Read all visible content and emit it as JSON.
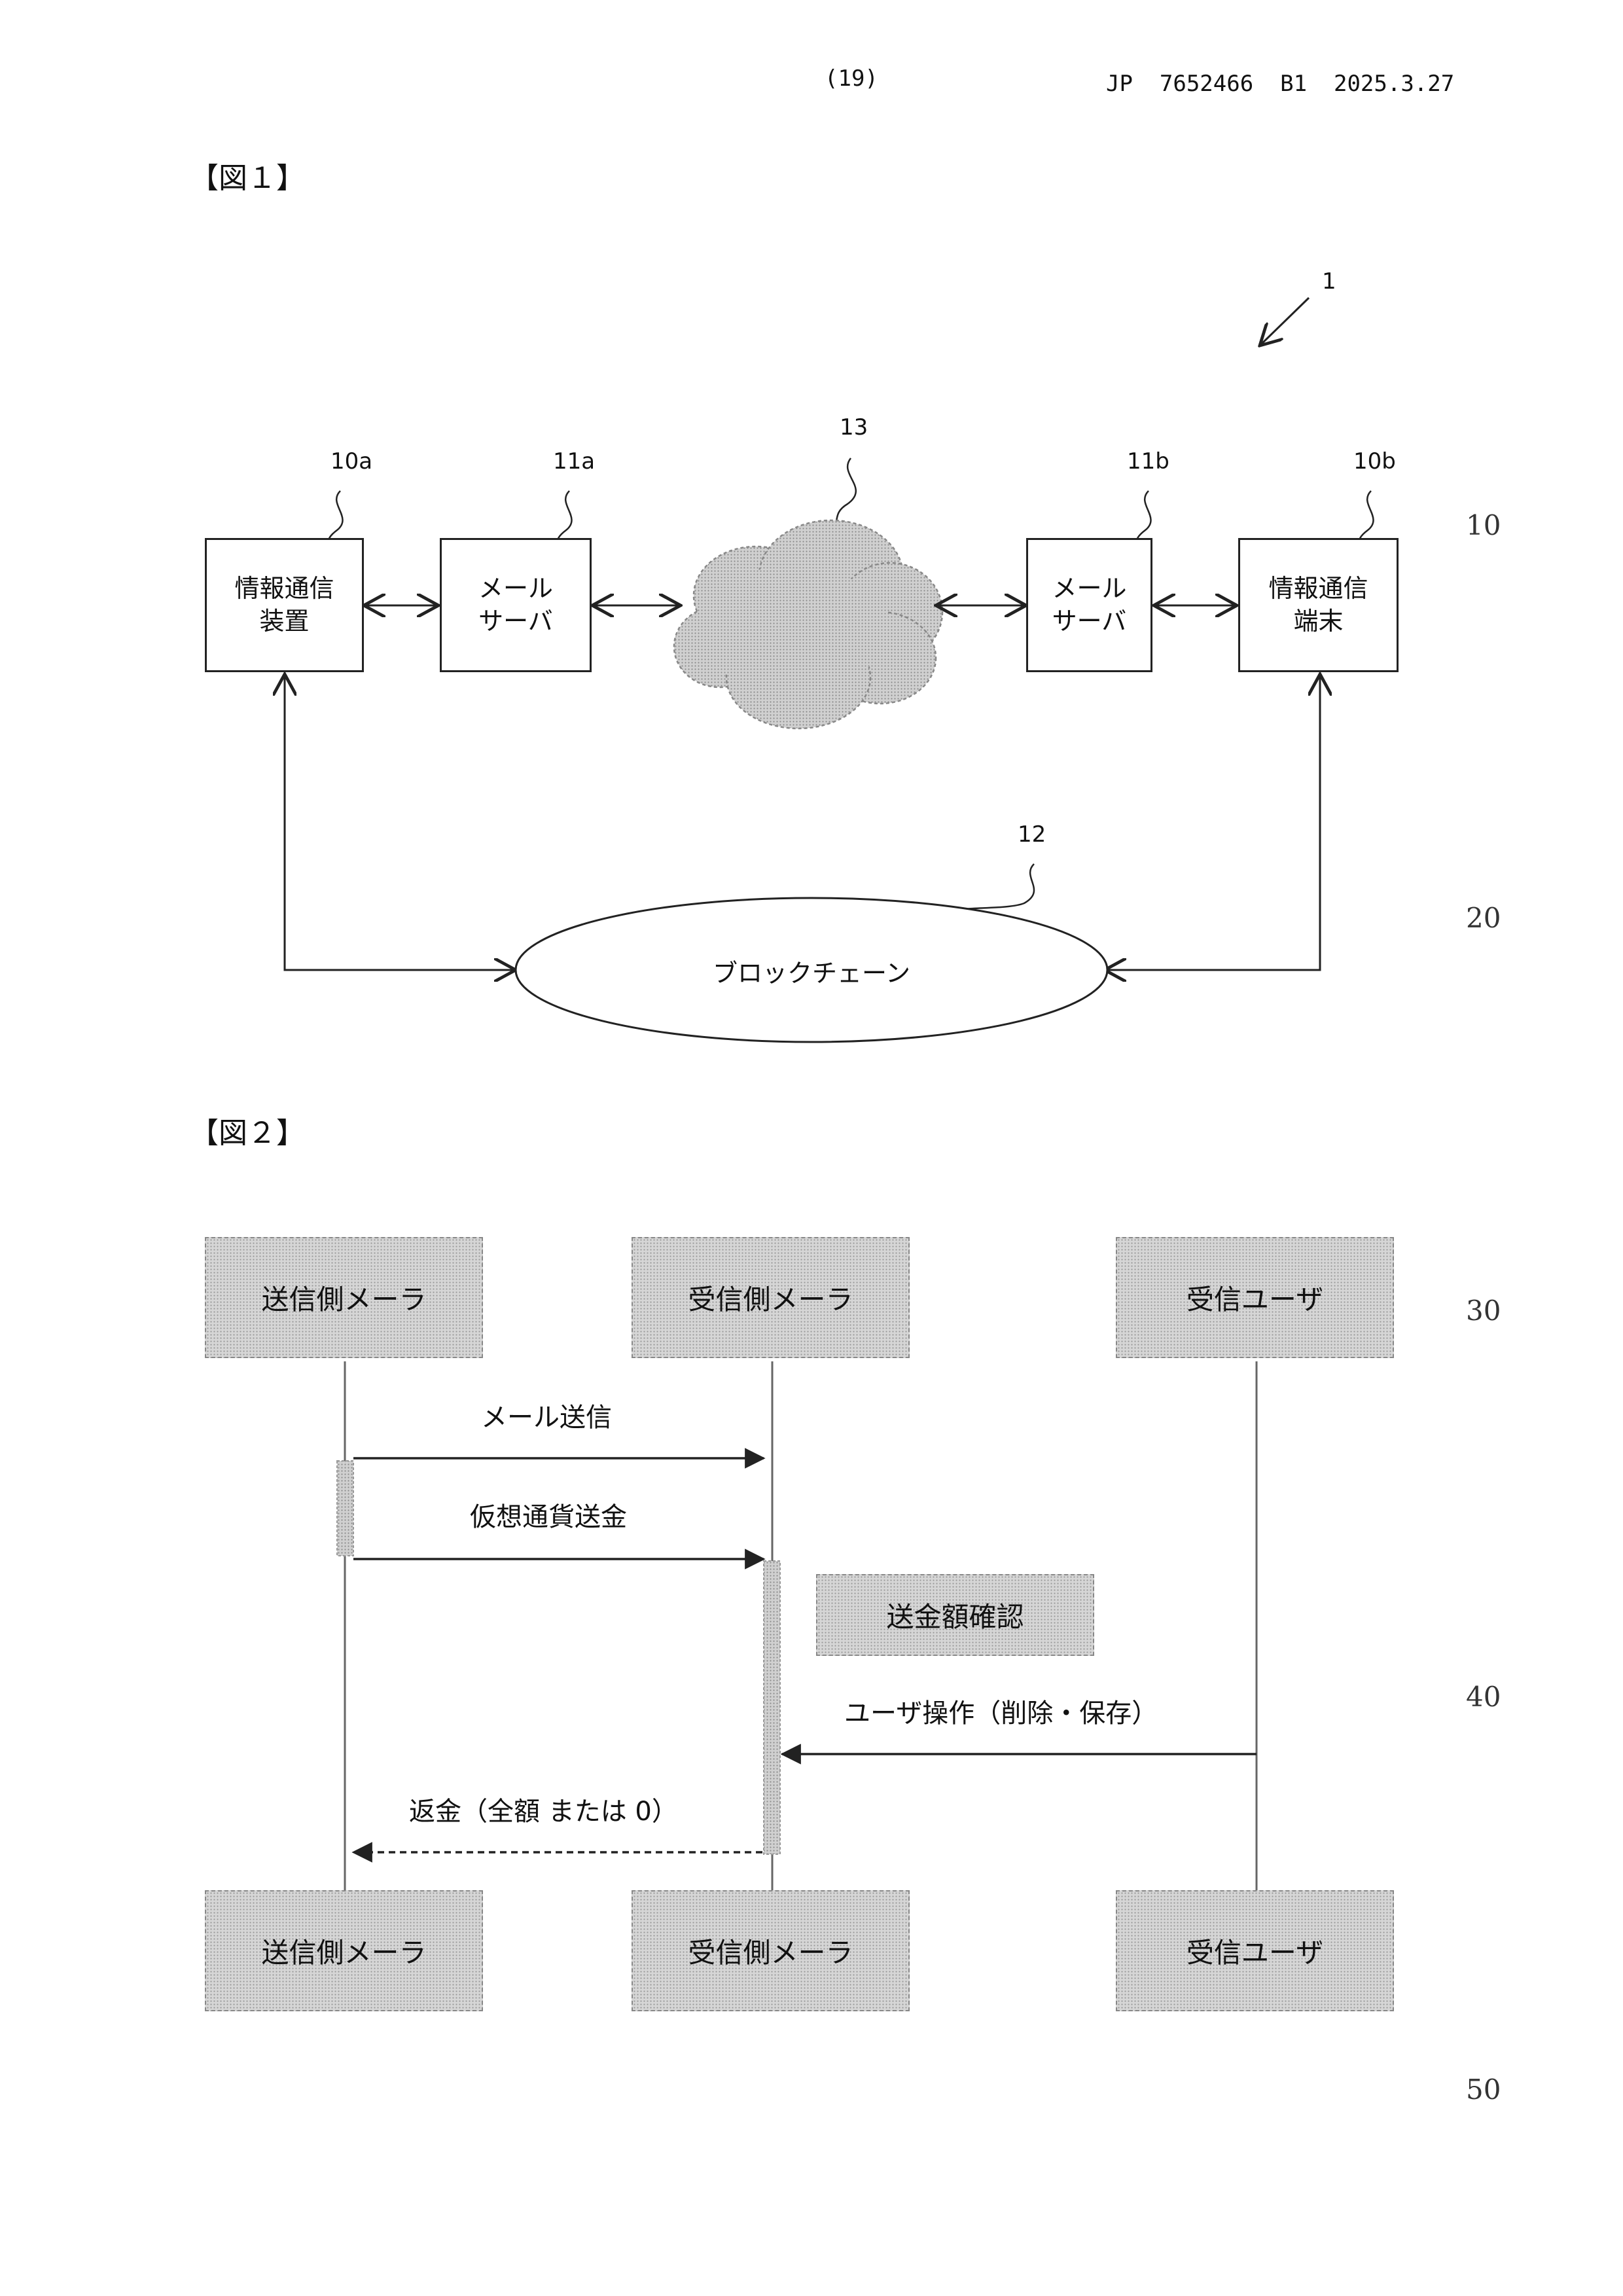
{
  "header": {
    "page": "(19)",
    "doc": "JP  7652466  B1  2025.3.27"
  },
  "line_numbers": [
    "10",
    "20",
    "30",
    "40",
    "50"
  ],
  "fig1": {
    "label": "【図１】",
    "refs": {
      "system": "1",
      "device_a": "10a",
      "server_a": "11a",
      "network": "13",
      "server_b": "11b",
      "terminal_b": "10b",
      "blockchain": "12"
    },
    "boxes": {
      "device_a": "情報通信\n装置",
      "server_a": "メール\nサーバ",
      "server_b": "メール\nサーバ",
      "terminal_b": "情報通信\n端末"
    },
    "blockchain_label": "ブロックチェーン"
  },
  "fig2": {
    "label": "【図２】",
    "participants_top": [
      "送信側メーラ",
      "受信側メーラ",
      "受信ユーザ"
    ],
    "participants_bottom": [
      "送信側メーラ",
      "受信側メーラ",
      "受信ユーザ"
    ],
    "messages": {
      "send_mail": "メール送信",
      "send_currency": "仮想通貨送金",
      "confirm": "送金額確認",
      "user_op": "ユーザ操作（削除・保存）",
      "refund": "返金（全額 または 0）"
    }
  }
}
